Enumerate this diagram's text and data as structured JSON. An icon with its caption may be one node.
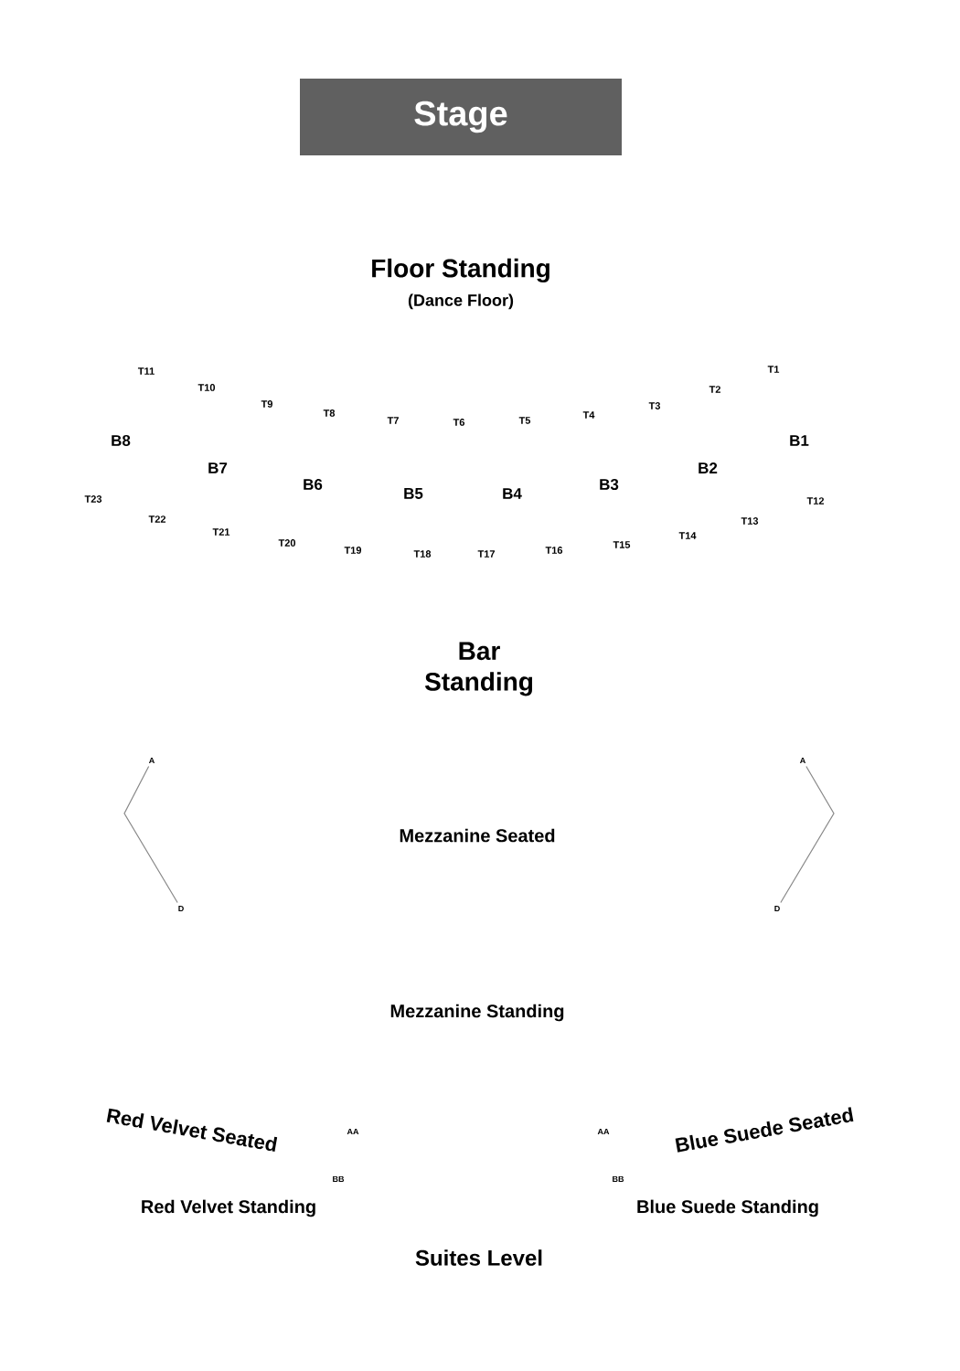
{
  "diagram": {
    "nodes": [
      {
        "text": [
          "Stage"
        ]
      },
      {
        "text": [
          "A"
        ]
      },
      {
        "text": [
          "D"
        ]
      },
      {
        "text": [
          "A"
        ]
      },
      {
        "text": [
          "D"
        ]
      }
    ],
    "edges": [
      {
        "from": 1,
        "to": 2,
        "arrow": "none"
      },
      {
        "from": 3,
        "to": 4,
        "arrow": "none"
      }
    ],
    "labels": [
      "Floor Standing",
      "(Dance Floor)",
      "T11",
      "T10",
      "T9",
      "T8",
      "T7",
      "T6",
      "T5",
      "T4",
      "T3",
      "T2",
      "T1",
      "B8",
      "B7",
      "B6",
      "B5",
      "B4",
      "B3",
      "B2",
      "B1",
      "T23",
      "T22",
      "T21",
      "T20",
      "T19",
      "T18",
      "T17",
      "T16",
      "T15",
      "T14",
      "T13",
      "T12",
      "Bar Standing",
      "Mezzanine Seated",
      "Mezzanine Standing",
      "Red Velvet Seated",
      "AA",
      "AA",
      "Blue Suede Seated",
      "BB",
      "BB",
      "Red Velvet Standing",
      "Blue Suede Standing",
      "Suites Level"
    ]
  }
}
